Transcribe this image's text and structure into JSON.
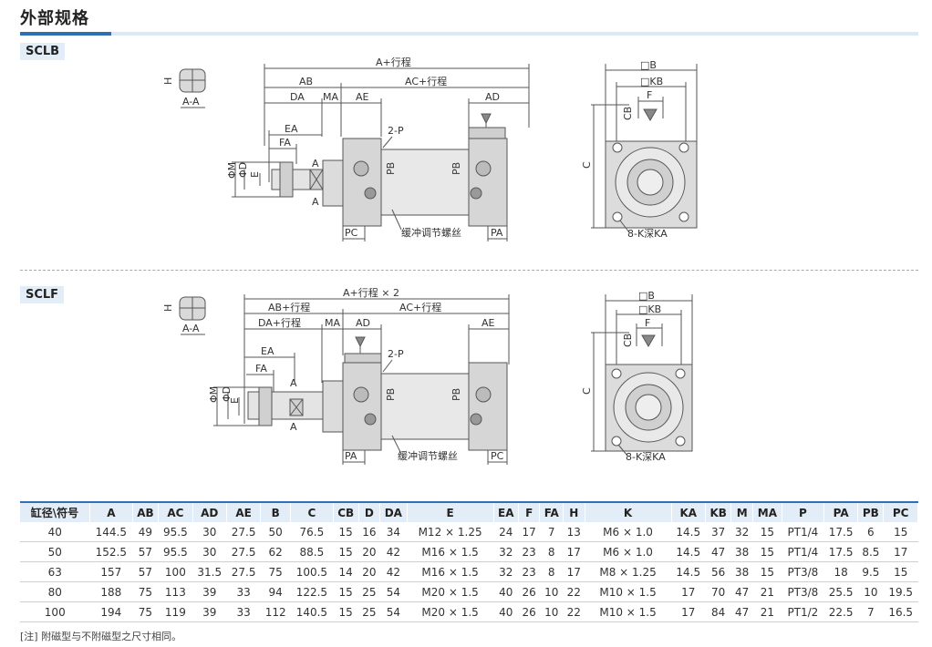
{
  "page": {
    "title": "外部规格",
    "note": "[注] 附磁型与不附磁型之尺寸相同。"
  },
  "sections": [
    {
      "model": "SCLB",
      "labels": {
        "a_stroke": "A+行程",
        "ab": "AB",
        "ac_stroke": "AC+行程",
        "da": "DA",
        "ma": "MA",
        "ae": "AE",
        "ad": "AD",
        "ea": "EA",
        "fa": "FA",
        "port": "2-P",
        "pb": "PB",
        "pc": "PC",
        "pa": "PA",
        "cushion": "缓冲调节螺丝",
        "phi_m": "ΦM",
        "phi_d": "ΦD",
        "e": "E",
        "a": "A",
        "h": "H",
        "section": "A-A",
        "b": "□B",
        "kb": "□KB",
        "f": "F",
        "cb": "CB",
        "c": "C",
        "k": "8-K深KA"
      }
    },
    {
      "model": "SCLF",
      "labels": {
        "a_stroke": "A+行程 × 2",
        "ab": "AB+行程",
        "ac_stroke": "AC+行程",
        "da": "DA+行程",
        "ma": "MA",
        "ad": "AD",
        "ae": "AE",
        "ea": "EA",
        "fa": "FA",
        "port": "2-P",
        "pb": "PB",
        "pc": "PC",
        "pa": "PA",
        "cushion": "缓冲调节螺丝",
        "phi_m": "ΦM",
        "phi_d": "ΦD",
        "e": "E",
        "a": "A",
        "h": "H",
        "section": "A-A",
        "b": "□B",
        "kb": "□KB",
        "f": "F",
        "cb": "CB",
        "c": "C",
        "k": "8-K深KA"
      }
    }
  ],
  "table": {
    "headers": [
      "缸径\\符号",
      "A",
      "AB",
      "AC",
      "AD",
      "AE",
      "B",
      "C",
      "CB",
      "D",
      "DA",
      "E",
      "EA",
      "F",
      "FA",
      "H",
      "K",
      "KA",
      "KB",
      "M",
      "MA",
      "P",
      "PA",
      "PB",
      "PC"
    ],
    "rows": [
      [
        "40",
        "144.5",
        "49",
        "95.5",
        "30",
        "27.5",
        "50",
        "76.5",
        "15",
        "16",
        "34",
        "M12 × 1.25",
        "24",
        "17",
        "7",
        "13",
        "M6 × 1.0",
        "14.5",
        "37",
        "32",
        "15",
        "PT1/4",
        "17.5",
        "6",
        "15"
      ],
      [
        "50",
        "152.5",
        "57",
        "95.5",
        "30",
        "27.5",
        "62",
        "88.5",
        "15",
        "20",
        "42",
        "M16 × 1.5",
        "32",
        "23",
        "8",
        "17",
        "M6 × 1.0",
        "14.5",
        "47",
        "38",
        "15",
        "PT1/4",
        "17.5",
        "8.5",
        "17"
      ],
      [
        "63",
        "157",
        "57",
        "100",
        "31.5",
        "27.5",
        "75",
        "100.5",
        "14",
        "20",
        "42",
        "M16 × 1.5",
        "32",
        "23",
        "8",
        "17",
        "M8 × 1.25",
        "14.5",
        "56",
        "38",
        "15",
        "PT3/8",
        "18",
        "9.5",
        "15"
      ],
      [
        "80",
        "188",
        "75",
        "113",
        "39",
        "33",
        "94",
        "122.5",
        "15",
        "25",
        "54",
        "M20 × 1.5",
        "40",
        "26",
        "10",
        "22",
        "M10 × 1.5",
        "17",
        "70",
        "47",
        "21",
        "PT3/8",
        "25.5",
        "10",
        "19.5"
      ],
      [
        "100",
        "194",
        "75",
        "119",
        "39",
        "33",
        "112",
        "140.5",
        "15",
        "25",
        "54",
        "M20 × 1.5",
        "40",
        "26",
        "10",
        "22",
        "M10 × 1.5",
        "17",
        "84",
        "47",
        "21",
        "PT1/2",
        "22.5",
        "7",
        "16.5"
      ]
    ]
  }
}
